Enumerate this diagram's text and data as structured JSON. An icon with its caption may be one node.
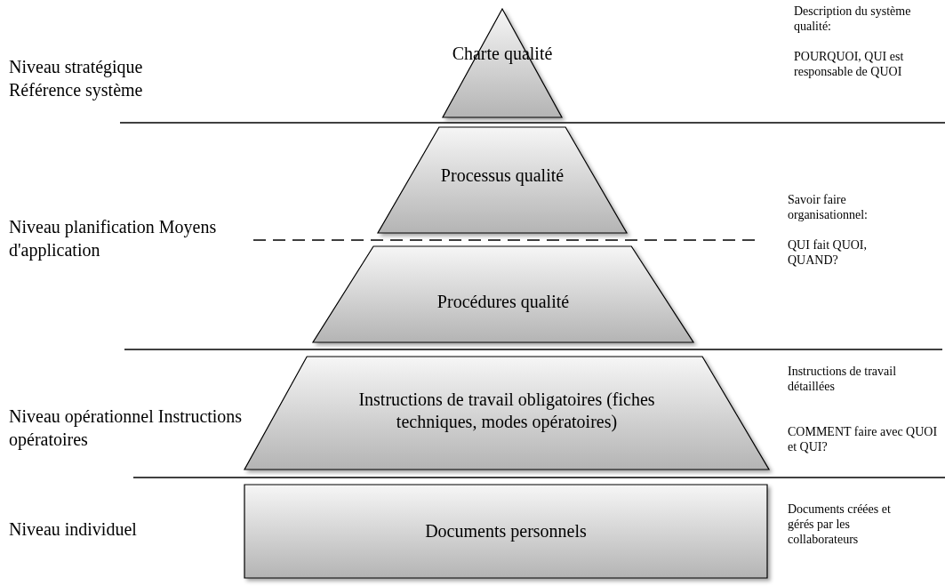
{
  "diagram": {
    "nodes": [
      {
        "text": [
          "Charte qualité"
        ]
      },
      {
        "text": [
          "Processus qualité"
        ]
      },
      {
        "text": [
          "Procédures qualité"
        ]
      },
      {
        "text": [
          "Instructions de travail obligatoires (fiches techniques, modes opératoires)"
        ]
      },
      {
        "text": [
          "Documents personnels"
        ]
      }
    ],
    "labels": [
      "Niveau stratégique Référence système",
      "Description du système qualité:",
      "POURQUOI, QUI est responsable de QUOI",
      "Niveau planification Moyens d'application",
      "Savoir faire organisationnel:",
      "QUI fait QUOI, QUAND?",
      "Instructions de travail détaillées",
      "Niveau opérationnel Instructions opératoires",
      "COMMENT faire avec QUOI et QUI?",
      "Niveau individuel",
      "Documents créées et gérés par les collaborateurs"
    ]
  }
}
